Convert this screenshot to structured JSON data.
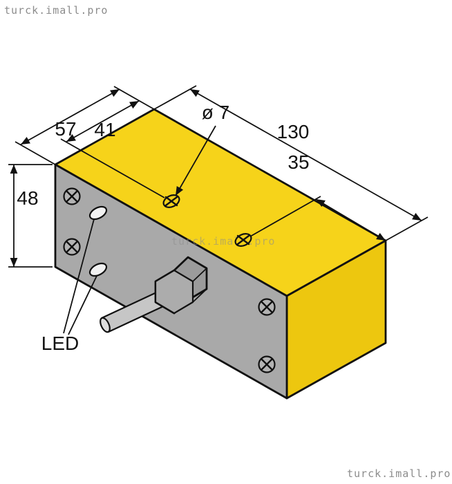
{
  "diagram": {
    "watermark_top_left": "turck.imall.pro",
    "watermark_center": "turck.imall.pro",
    "watermark_bottom_right": "turck.imall.pro",
    "dimensions": {
      "depth_mm": "57",
      "hole_offset_mm": "41",
      "hole_diameter": "ø 7",
      "length_mm": "130",
      "hole_to_end_mm": "35",
      "height_mm": "48"
    },
    "led_label": "LED",
    "colors": {
      "body_yellow_top": "#F6D31A",
      "body_yellow_side": "#EDC70F",
      "front_gray": "#A9A9A9",
      "gland_gray": "#9B9B9B",
      "gland_face_gray": "#ACACAC",
      "cable_gray": "#C6C6C6",
      "cable_cap_gray": "#DDDDDD",
      "screw_gray": "#B3B3B3",
      "hole_fill": "#F2CF18",
      "led_white": "#F2F2F2",
      "watermark_gray": "#8C8C8C"
    }
  }
}
